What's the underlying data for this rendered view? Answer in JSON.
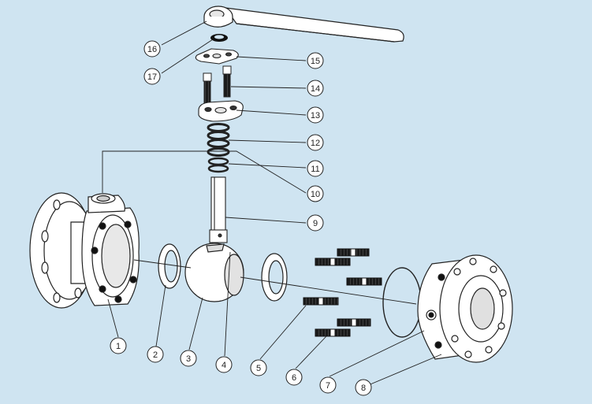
{
  "diagram": {
    "background_color": "#cfe4f1",
    "line_color": "#222222",
    "part_fill": "#ffffff",
    "part_shadow": "#d9d9d9",
    "stud_dark": "#1b1b1b",
    "callouts": [
      "1",
      "2",
      "3",
      "4",
      "5",
      "6",
      "7",
      "8",
      "9",
      "10",
      "11",
      "12",
      "13",
      "14",
      "15",
      "16",
      "17"
    ]
  }
}
